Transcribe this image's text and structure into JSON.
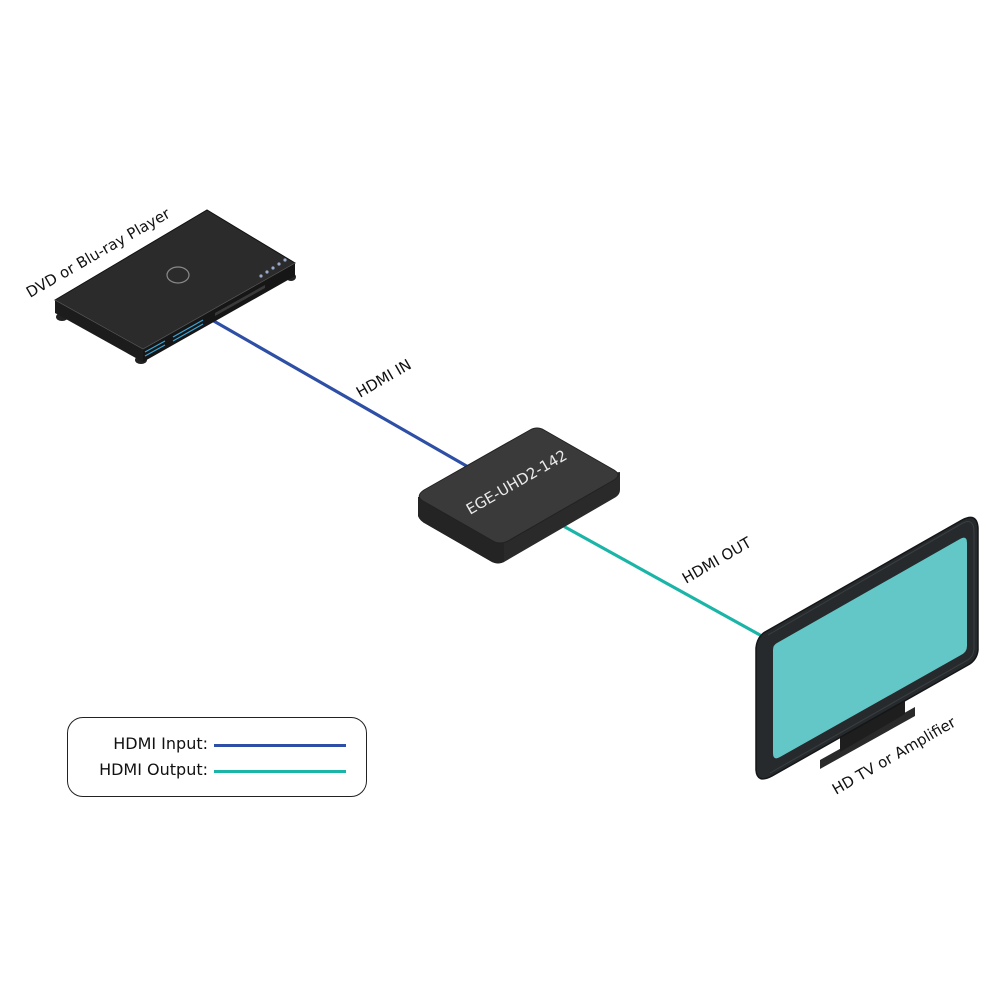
{
  "diagram": {
    "devices": {
      "source": {
        "label": "DVD or Blu-ray Player"
      },
      "converter": {
        "label": "EGE-UHD2-142"
      },
      "display": {
        "label": "HD TV or Amplifier"
      }
    },
    "connections": [
      {
        "label": "HDMI IN",
        "from": "DVD or Blu-ray Player",
        "to": "EGE-UHD2-142",
        "color": "#2e4fa6"
      },
      {
        "label": "HDMI OUT",
        "from": "EGE-UHD2-142",
        "to": "HD TV or Amplifier",
        "color": "#1bb5a8"
      }
    ],
    "legend": [
      {
        "label": "HDMI Input:",
        "color": "#2e4fa6"
      },
      {
        "label": "HDMI Output:",
        "color": "#1bb5a8"
      }
    ],
    "colors": {
      "device_body": "#2a2a2a",
      "device_top": "#333333",
      "screen": "#64c7c7",
      "accent_blue": "#3aa6d8"
    }
  }
}
